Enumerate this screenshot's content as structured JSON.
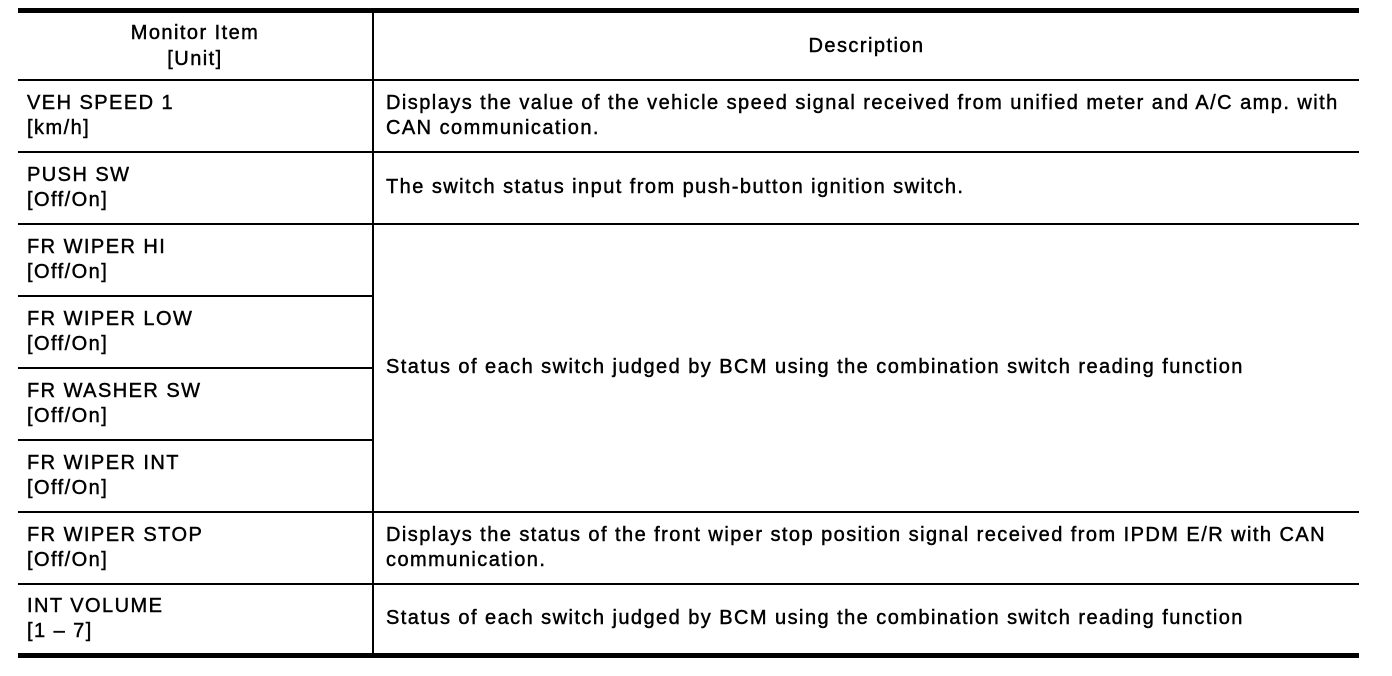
{
  "colors": {
    "text": "#000000",
    "background": "#ffffff",
    "rule": "#000000"
  },
  "table": {
    "header": {
      "item_line1": "Monitor Item",
      "item_line2": "[Unit]",
      "desc": "Description"
    },
    "rows": [
      {
        "item": "VEH SPEED 1",
        "unit": "[km/h]",
        "desc": "Displays the value of the vehicle speed signal received from unified meter and A/C amp. with CAN communication."
      },
      {
        "item": "PUSH SW",
        "unit": "[Off/On]",
        "desc": "The switch status input from push-button ignition switch."
      },
      {
        "item": "FR WIPER HI",
        "unit": "[Off/On]",
        "desc": "Status of each switch judged by BCM using the combination switch reading function"
      },
      {
        "item": "FR WIPER LOW",
        "unit": "[Off/On]"
      },
      {
        "item": "FR WASHER SW",
        "unit": "[Off/On]"
      },
      {
        "item": "FR WIPER INT",
        "unit": "[Off/On]"
      },
      {
        "item": "FR WIPER STOP",
        "unit": "[Off/On]",
        "desc": "Displays the status of the front wiper stop position signal received from IPDM E/R with CAN communication."
      },
      {
        "item": "INT VOLUME",
        "unit": "[1 – 7]",
        "desc": "Status of each switch judged by BCM using the combination switch reading function"
      }
    ]
  }
}
